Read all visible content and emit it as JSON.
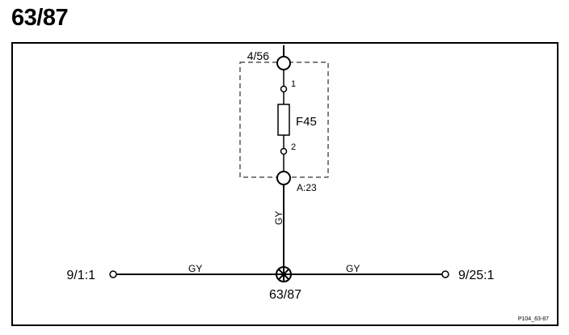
{
  "page": {
    "title": "63/87"
  },
  "diagram": {
    "colors": {
      "line": "#000000",
      "background": "#ffffff"
    },
    "component": {
      "connector_top": "4/56",
      "pin_1": "1",
      "fuse": "F45",
      "pin_2": "2",
      "connector_bottom": "A:23"
    },
    "wires": {
      "vertical": "GY",
      "left": "GY",
      "right": "GY"
    },
    "splice": {
      "label": "63/87",
      "icon": "splice-cross-icon"
    },
    "left_terminal": "9/1:1",
    "right_terminal": "9/25:1",
    "footer_code": "P104_63-87"
  }
}
